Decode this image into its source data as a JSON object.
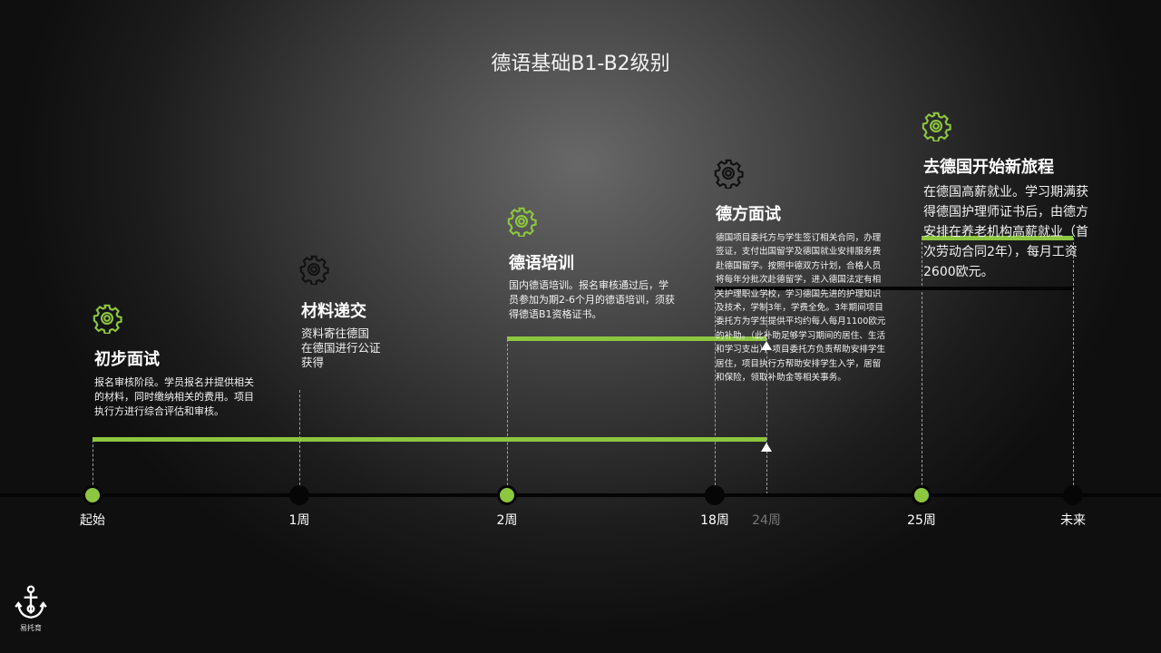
{
  "page": {
    "title": "德语基础B1-B2级别"
  },
  "colors": {
    "accent": "#8dc63f",
    "timeline": "#050505",
    "text": "#ffffff"
  },
  "timeline": {
    "ticks": [
      {
        "label": "起始",
        "marker": "green"
      },
      {
        "label": "1周",
        "marker": "black"
      },
      {
        "label": "2周",
        "marker": "green"
      },
      {
        "label": "18周",
        "marker": "black"
      },
      {
        "label": "24周",
        "marker": "none"
      },
      {
        "label": "25周",
        "marker": "green"
      },
      {
        "label": "未来",
        "marker": "black"
      }
    ]
  },
  "stages": [
    {
      "icon": "gear-icon",
      "icon_color": "green",
      "heading": "初步面试",
      "description": "报名审核阶段。学员报名并提供相关的材料，同时缴纳相关的费用。项目执行方进行综合评估和审核。"
    },
    {
      "icon": "gear-icon",
      "icon_color": "dark",
      "heading": "材料递交",
      "description_lines": [
        "资料寄往德国",
        "在德国进行公证",
        "获得"
      ]
    },
    {
      "icon": "gear-icon",
      "icon_color": "green",
      "heading": "德语培训",
      "description": "国内德语培训。报名审核通过后，学员参加为期2-6个月的德语培训，须获得德语B1资格证书。"
    },
    {
      "icon": "gear-icon",
      "icon_color": "dark",
      "heading": "德方面试",
      "description": "德国项目委托方与学生签订相关合同，办理签证，支付出国留学及德国就业安排服务费赴德国留学。按照中德双方计划，合格人员将每年分批次赴德留学，进入德国法定有相关护理职业学校，学习德国先进的护理知识及技术，学制3年，学费全免。3年期间项目委托方为学生提供平均约每人每月1100欧元的补助。（此补助足够学习期间的居住、生活和学习支出），项目委托方负责帮助安排学生居住，项目执行方帮助安排学生入学，居留和保险，领取补助金等相关事务。"
    },
    {
      "icon": "gear-icon",
      "icon_color": "green",
      "heading": "去德国开始新旅程",
      "description": "在德国高薪就业。学习期满获得德国护理师证书后，由德方安排在养老机构高薪就业（首次劳动合同2年），每月工资2600欧元。"
    }
  ],
  "logo": {
    "text": "易托育",
    "icon": "anchor-logo-icon"
  }
}
